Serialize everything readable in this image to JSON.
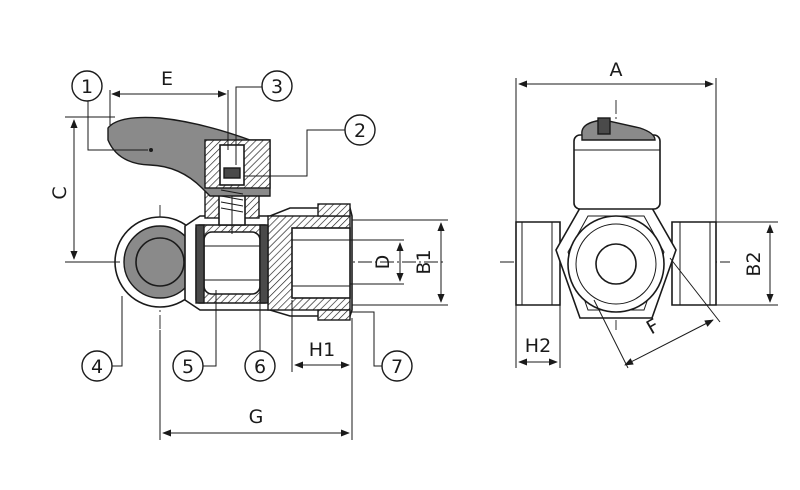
{
  "drawing": {
    "callouts": [
      "1",
      "2",
      "3",
      "4",
      "5",
      "6",
      "7"
    ],
    "dimensions": {
      "A": "A",
      "B1": "B1",
      "B2": "B2",
      "C": "C",
      "D": "D",
      "E": "E",
      "F": "F",
      "G": "G",
      "H1": "H1",
      "H2": "H2"
    }
  }
}
